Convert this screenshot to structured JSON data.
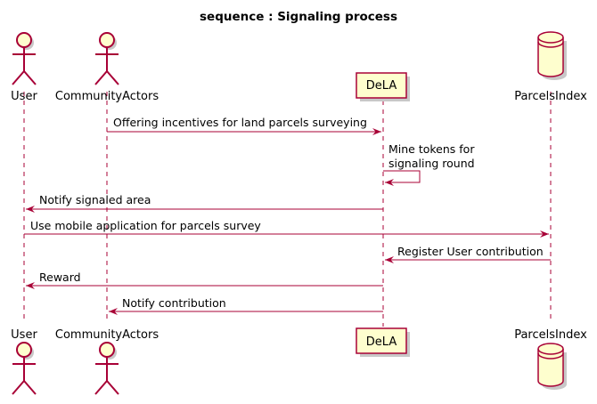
{
  "diagram": {
    "title": "sequence : Signaling process",
    "participants": [
      {
        "id": "user",
        "label": "User",
        "kind": "actor"
      },
      {
        "id": "community",
        "label": "CommunityActors",
        "kind": "actor"
      },
      {
        "id": "dela",
        "label": "DeLA",
        "kind": "participant"
      },
      {
        "id": "parcels",
        "label": "ParcelsIndex",
        "kind": "database"
      }
    ],
    "messages": [
      {
        "from": "community",
        "to": "dela",
        "label": "Offering incentives for land parcels surveying"
      },
      {
        "from": "dela",
        "to": "dela",
        "label": "Mine tokens for",
        "label2": "signaling round"
      },
      {
        "from": "dela",
        "to": "user",
        "label": "Notify signaled area"
      },
      {
        "from": "user",
        "to": "parcels",
        "label": "Use mobile application for parcels survey"
      },
      {
        "from": "parcels",
        "to": "dela",
        "label": "Register User contribution"
      },
      {
        "from": "dela",
        "to": "user",
        "label": "Reward"
      },
      {
        "from": "dela",
        "to": "community",
        "label": "Notify contribution"
      }
    ],
    "colors": {
      "line": "#a80036",
      "fill": "#fefece",
      "shadow": "#c8c8c8",
      "text": "#000000"
    }
  }
}
